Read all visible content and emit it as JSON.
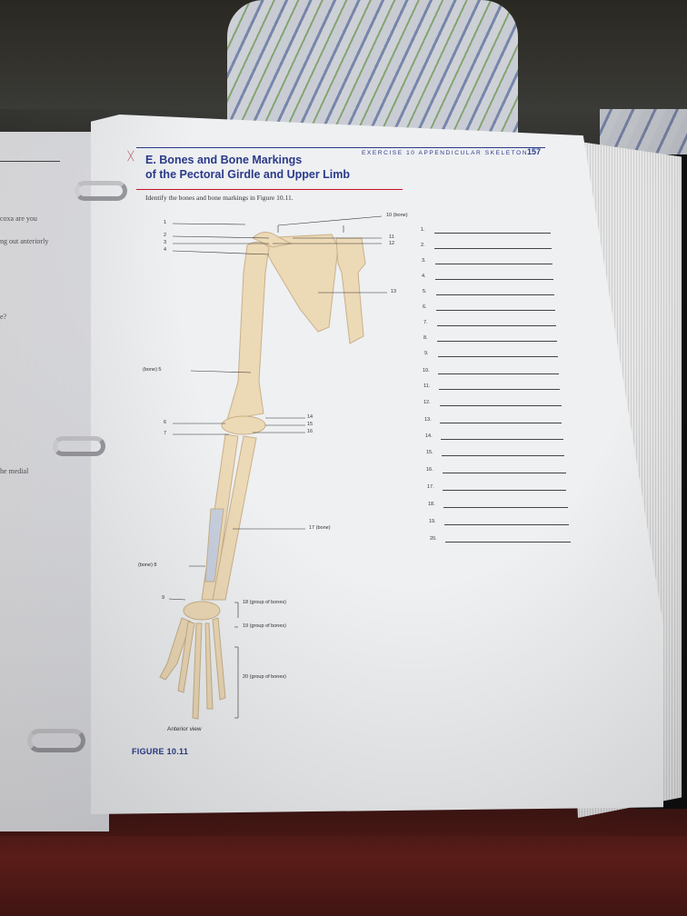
{
  "left_page": {
    "lines": [
      "coxa are you",
      "ng out anteriorly",
      "e?",
      "he medial"
    ]
  },
  "header": {
    "running_head": "EXERCISE 10  APPENDICULAR SKELETON",
    "page_number": "157"
  },
  "section": {
    "title_line1": "E. Bones and Bone Markings",
    "title_line2": "of the Pectoral Girdle and Upper Limb",
    "instruction": "Identify the bones and bone markings in Figure 10.11."
  },
  "figure": {
    "labels": {
      "l1": "1",
      "l2": "2",
      "l3": "3",
      "l4": "4",
      "l5": "(bone) 5",
      "l6": "6",
      "l7": "7",
      "l8": "(bone) 8",
      "l9": "9",
      "l10": "10 (bone)",
      "l11": "11",
      "l12": "12",
      "l13": "13",
      "l14": "14",
      "l15": "15",
      "l16": "16",
      "l17": "17 (bone)",
      "l18": "18 (group of bones)",
      "l19": "19 (group of bones)",
      "l20": "20 (group of bones)"
    },
    "view": "Anterior view",
    "caption": "FIGURE 10.11"
  },
  "answers": [
    "1.",
    "2.",
    "3.",
    "4.",
    "5.",
    "6.",
    "7.",
    "8.",
    "9.",
    "10.",
    "11.",
    "12.",
    "13.",
    "14.",
    "15.",
    "16.",
    "17.",
    "18.",
    "19.",
    "20."
  ],
  "colors": {
    "heading": "#2a3a8a",
    "rule": "#c12",
    "bone": "#ecd9b6"
  }
}
